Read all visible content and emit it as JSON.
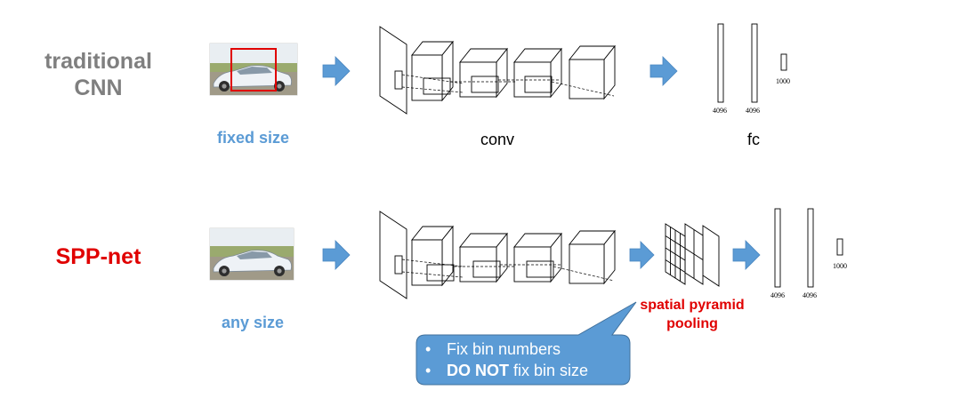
{
  "traditional": {
    "title_line1": "traditional",
    "title_line2": "CNN",
    "input_caption": "fixed size",
    "conv_label": "conv",
    "fc_label": "fc",
    "fc_sizes": [
      "4096",
      "4096",
      "1000"
    ]
  },
  "sppnet": {
    "title": "SPP-net",
    "input_caption": "any size",
    "spp_label_line1": "spatial pyramid",
    "spp_label_line2": "pooling",
    "fc_sizes": [
      "4096",
      "4096",
      "1000"
    ]
  },
  "callout": {
    "bullet1": "Fix bin numbers",
    "bullet2_bold": "DO NOT",
    "bullet2_rest": " fix bin size"
  },
  "colors": {
    "arrow": "#5b9bd5",
    "title_gray": "#7f7f7f",
    "title_red": "#e00000",
    "caption_blue": "#5b9bd5",
    "callout_fill": "#5b9bd5",
    "crop_box": "#e00000"
  }
}
